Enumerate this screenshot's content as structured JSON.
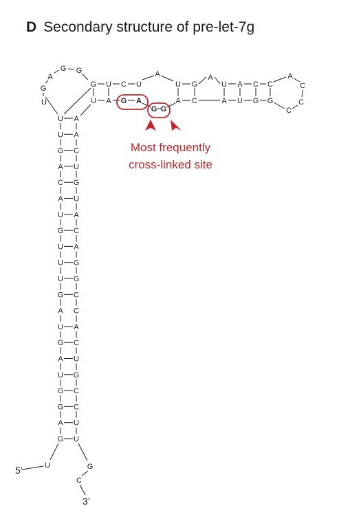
{
  "panel": "D",
  "title": "Secondary structure of pre-let-7g",
  "annotation": {
    "line1": "Most frequently",
    "line2": "cross-linked site",
    "color": "#c0272d"
  },
  "ends": {
    "five": "5’",
    "three": "3’"
  },
  "stem_pairs": [
    [
      "U",
      "A"
    ],
    [
      "U",
      "A"
    ],
    [
      "G",
      "C"
    ],
    [
      "A",
      "U"
    ],
    [
      "C",
      "G"
    ],
    [
      "A",
      "U"
    ],
    [
      "U",
      "A"
    ],
    [
      "G",
      "C"
    ],
    [
      "U",
      "A"
    ],
    [
      "U",
      "G"
    ],
    [
      "U",
      "G"
    ],
    [
      "G",
      "C"
    ],
    [
      "A",
      "C"
    ],
    [
      "U",
      "A"
    ],
    [
      "G",
      "C"
    ],
    [
      "A",
      "U"
    ],
    [
      "U",
      "G"
    ],
    [
      "G",
      "C"
    ],
    [
      "G",
      "C"
    ],
    [
      "A",
      "U"
    ],
    [
      "G",
      "U"
    ]
  ],
  "stem_mismatch_index": 12,
  "loop_left": [
    "U",
    "G",
    "A",
    "G",
    "G"
  ],
  "top_strand": [
    "G",
    "U",
    "C",
    "U"
  ],
  "bulge_top": "A",
  "bottom_strand": [
    "U",
    "A",
    "G",
    "A"
  ],
  "bulge_bottom": [
    "G",
    "G"
  ],
  "right_top": [
    "U",
    "G",
    "A",
    "U",
    "A",
    "C",
    "C"
  ],
  "right_bottom": [
    "A",
    "C",
    "A",
    "U",
    "G",
    "G"
  ],
  "hairpin": [
    "A",
    "C",
    "C",
    "C"
  ],
  "tail_5": "U",
  "tail_3": [
    "G",
    "C"
  ]
}
